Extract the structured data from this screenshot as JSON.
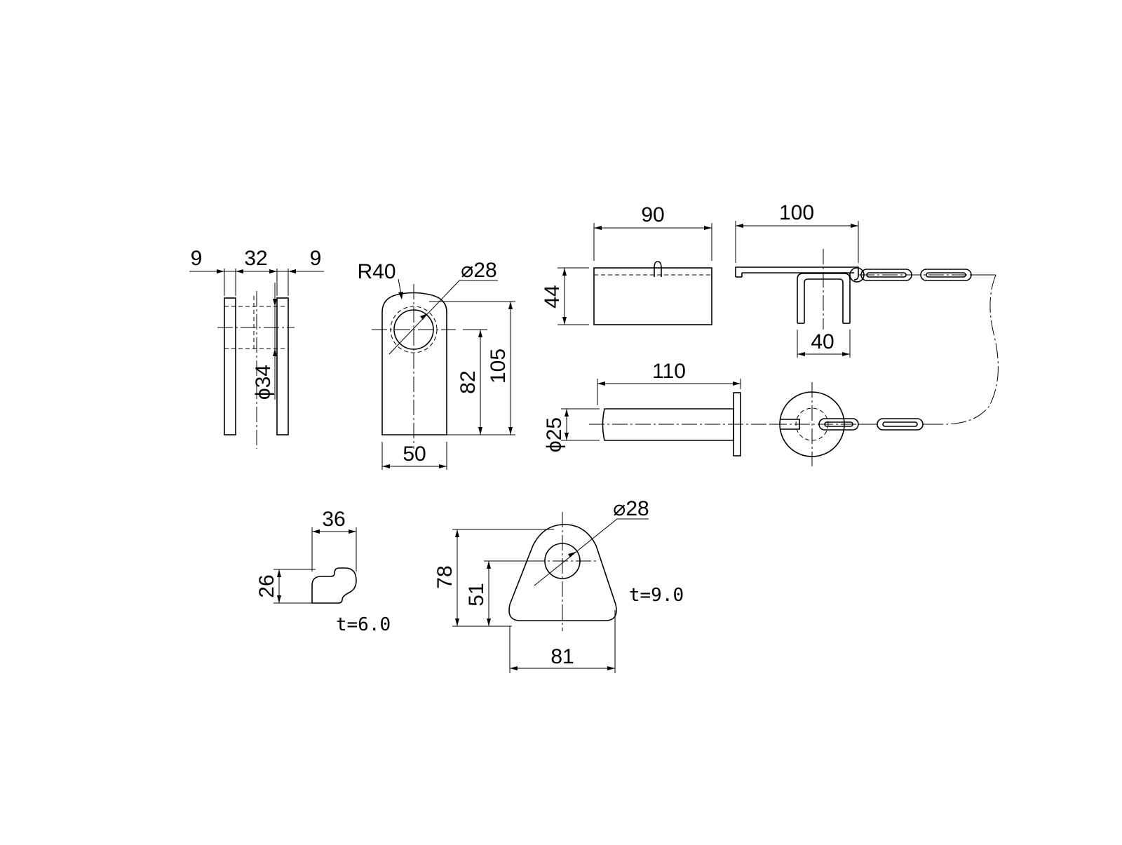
{
  "clevis_side": {
    "w_left": "9",
    "w_mid": "32",
    "w_right": "9",
    "bore": "ϕ34"
  },
  "clevis_front": {
    "radius": "R40",
    "hole": "⌀28",
    "h_center": "82",
    "h_total": "105",
    "width": "50"
  },
  "block": {
    "width": "90",
    "height": "44"
  },
  "staple": {
    "length": "100",
    "inner": "40"
  },
  "pin": {
    "length": "110",
    "diameter": "ϕ25"
  },
  "clip": {
    "width": "36",
    "height": "26",
    "thickness": "t=6.0"
  },
  "lug": {
    "hole": "⌀28",
    "height": "78",
    "h_center": "51",
    "width": "81",
    "thickness": "t=9.0"
  }
}
